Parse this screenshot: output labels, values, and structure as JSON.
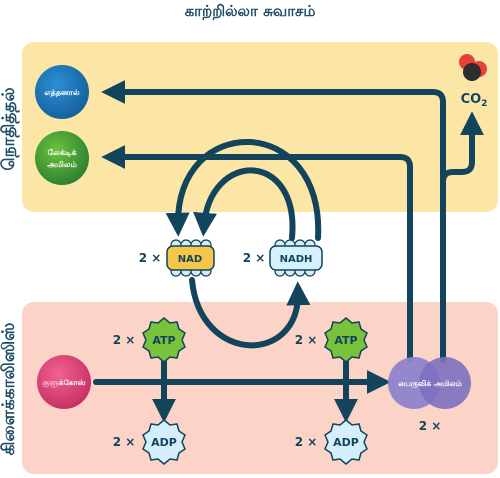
{
  "title": "காற்றில்லா சுவாசம்",
  "regions": {
    "top_label": "நொதித்தல்",
    "bottom_label": "கிளைக்காலிஸிஸ்"
  },
  "nodes": {
    "ethanol": "எத்தனால்",
    "lactic_line1": "லேக்டிக்",
    "lactic_line2": "அமிலம்",
    "glucose": "குளுக்கோஸ்",
    "pyruvic": "பைருவிக் அமிலம்",
    "co2": "CO",
    "co2_sub": "2"
  },
  "molecules": {
    "nad": "NAD",
    "nadh": "NADH",
    "atp": "ATP",
    "adp": "ADP"
  },
  "multiplier": "2 ×",
  "colors": {
    "top_region": "#fbe6a6",
    "bottom_region": "#fbd3c7",
    "arrow": "#12445c",
    "ethanol": "#1e78b8",
    "lactic": "#3c9a3a",
    "glucose": "#e0457a",
    "pyruvic": "#8a7cc6",
    "nad": "#f6c64a",
    "nadh": "#d3f0fb",
    "atp": "#79c23b",
    "adp": "#d4eefb"
  }
}
